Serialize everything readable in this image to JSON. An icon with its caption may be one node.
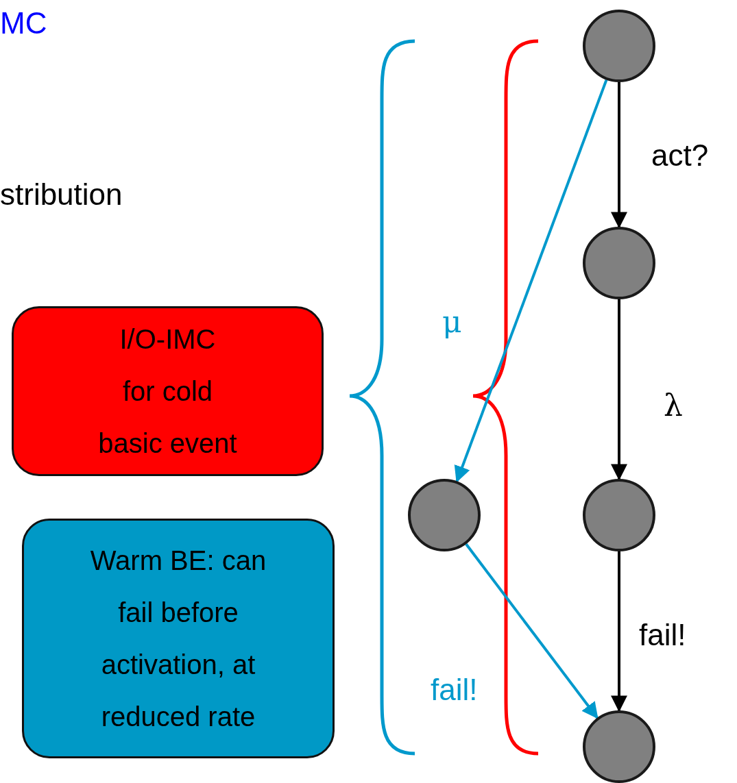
{
  "diagram": {
    "nodes": [
      {
        "text": [
          "I/O-IMC",
          "for cold basic event"
        ]
      },
      {
        "text": [
          "Warm BE: can fail before activation, at reduced rate"
        ]
      },
      {
        "text": [],
        "shape": "circle"
      },
      {
        "text": [],
        "shape": "circle"
      },
      {
        "text": [],
        "shape": "circle"
      },
      {
        "text": [],
        "shape": "circle"
      },
      {
        "text": [],
        "shape": "circle"
      }
    ],
    "edges": [
      {
        "from": 2,
        "to": 3,
        "arrow": "to",
        "label": "act?"
      },
      {
        "from": 3,
        "to": 5,
        "arrow": "to",
        "label": "λ"
      },
      {
        "from": 5,
        "to": 6,
        "arrow": "to",
        "label": "fail!"
      },
      {
        "from": 2,
        "to": 4,
        "arrow": "to",
        "label": "μ",
        "color": "#0099cc"
      },
      {
        "from": 4,
        "to": 6,
        "arrow": "to",
        "label": "fail!",
        "color": "#0099cc"
      }
    ],
    "labels": [
      "MC",
      "stribution"
    ]
  }
}
